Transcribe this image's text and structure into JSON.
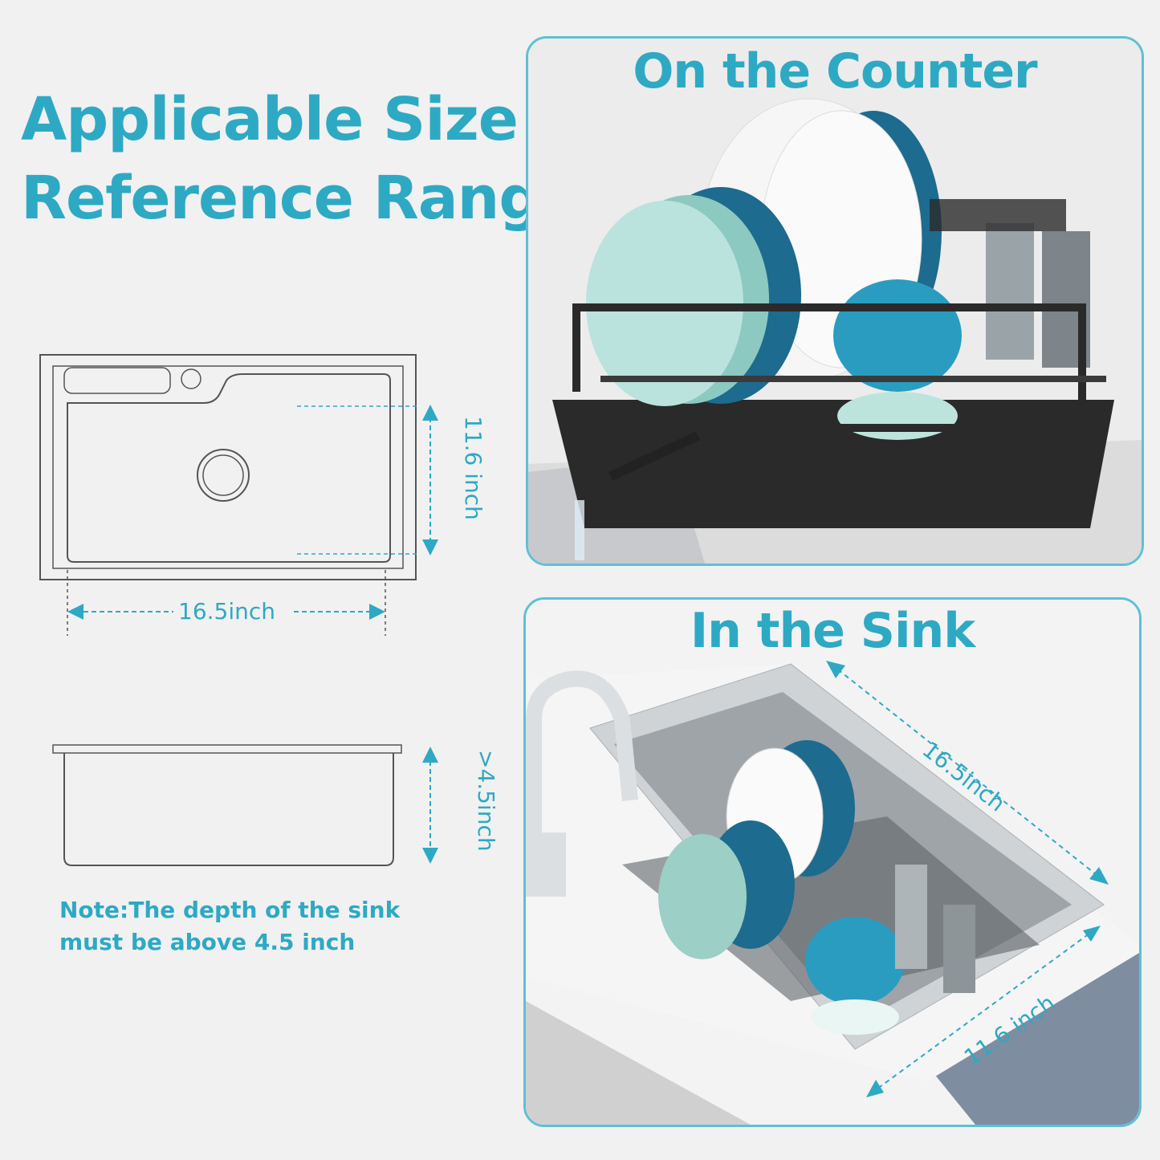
{
  "heading": {
    "line1": "Applicable Size",
    "line2": "Reference Range"
  },
  "dimensions": {
    "width": "16.5inch",
    "length": "11.6 inch",
    "depth": ">4.5inch"
  },
  "note": {
    "line1": "Note:The depth of the sink",
    "line2": "must be above 4.5 inch"
  },
  "counter_panel": {
    "title": "On the Counter"
  },
  "sink_panel": {
    "title": "In the Sink",
    "width": "16.5inch",
    "length": "11.6 inch"
  },
  "colors": {
    "accent": "#2ea9c4",
    "panel_border": "#5fc0d4",
    "background": "#f1f1f1"
  }
}
